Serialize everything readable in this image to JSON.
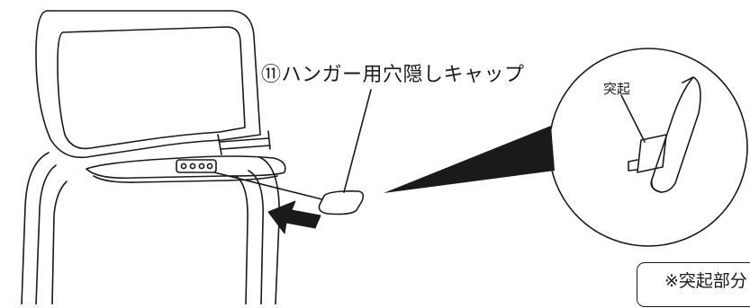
{
  "labels": {
    "part_callout": "⑪ハンガー用穴隠しキャップ",
    "protrusion": "突起",
    "note": "※突起部分"
  },
  "colors": {
    "line": "#1a1a1a",
    "background": "#ffffff"
  },
  "icons": {
    "insert_direction": "arrow-right-icon"
  }
}
